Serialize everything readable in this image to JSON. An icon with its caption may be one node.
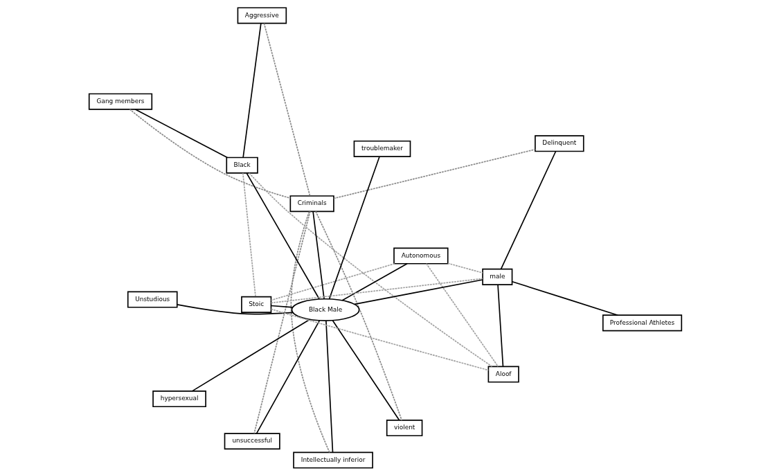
{
  "diagram": {
    "nodes": [
      {
        "text": [
          "Gang members"
        ]
      },
      {
        "text": [
          "Aggressive"
        ]
      },
      {
        "text": [
          "Intellectually inferior"
        ]
      },
      {
        "text": [
          "Criminals"
        ]
      },
      {
        "text": [
          "Autonomous"
        ]
      },
      {
        "text": [
          "Black"
        ]
      },
      {
        "text": [
          "hypersexual"
        ]
      },
      {
        "text": [
          "violent"
        ]
      },
      {
        "text": [
          "Unstudious"
        ]
      },
      {
        "text": [
          "Black Male"
        ]
      },
      {
        "text": [
          "unsuccessful"
        ]
      },
      {
        "text": [
          "Stoic"
        ]
      },
      {
        "text": [
          "male"
        ]
      },
      {
        "text": [
          "Delinquent"
        ]
      },
      {
        "text": [
          "troublemaker"
        ]
      },
      {
        "text": [
          "Aloof"
        ]
      },
      {
        "text": [
          "Professional Athletes"
        ]
      }
    ],
    "edges": [
      {
        "from": 9,
        "to": 5,
        "arrow": "none"
      },
      {
        "from": 9,
        "to": 12,
        "arrow": "none"
      },
      {
        "from": 5,
        "to": 0,
        "arrow": "none"
      },
      {
        "from": 5,
        "to": 1,
        "arrow": "none"
      },
      {
        "from": 9,
        "to": 4,
        "arrow": "none"
      },
      {
        "from": 9,
        "to": 2,
        "arrow": "none"
      },
      {
        "from": 9,
        "to": 6,
        "arrow": "none"
      },
      {
        "from": 9,
        "to": 3,
        "arrow": "none"
      },
      {
        "from": 9,
        "to": 7,
        "arrow": "none"
      },
      {
        "from": 9,
        "to": 10,
        "arrow": "none"
      },
      {
        "from": 9,
        "to": 8,
        "arrow": "none"
      },
      {
        "from": 9,
        "to": 11,
        "arrow": "none"
      },
      {
        "from": 9,
        "to": 14,
        "arrow": "none"
      },
      {
        "from": 12,
        "to": 13,
        "arrow": "none"
      },
      {
        "from": 12,
        "to": 16,
        "arrow": "none"
      },
      {
        "from": 12,
        "to": 15,
        "arrow": "none"
      },
      {
        "from": 0,
        "to": 3,
        "arrow": "none",
        "style": "dashed",
        "color": "#888888"
      },
      {
        "from": 1,
        "to": 3,
        "arrow": "none",
        "style": "dashed",
        "color": "#888888"
      },
      {
        "from": 2,
        "to": 3,
        "arrow": "none",
        "style": "dashed",
        "color": "#888888"
      },
      {
        "from": 3,
        "to": 10,
        "arrow": "none",
        "style": "dashed",
        "color": "#888888"
      },
      {
        "from": 3,
        "to": 7,
        "arrow": "none",
        "style": "dashed",
        "color": "#888888"
      },
      {
        "from": 3,
        "to": 13,
        "arrow": "none",
        "style": "dashed",
        "color": "#888888"
      },
      {
        "from": 4,
        "to": 11,
        "arrow": "none",
        "style": "dashed",
        "color": "#a0a0a0"
      },
      {
        "from": 4,
        "to": 15,
        "arrow": "none",
        "style": "dashed",
        "color": "#a0a0a0"
      },
      {
        "from": 4,
        "to": 12,
        "arrow": "none",
        "style": "dashed",
        "color": "#a0a0a0"
      },
      {
        "from": 5,
        "to": 11,
        "arrow": "none",
        "style": "dashed",
        "color": "#a0a0a0"
      },
      {
        "from": 5,
        "to": 15,
        "arrow": "none",
        "style": "dashed",
        "color": "#a0a0a0"
      },
      {
        "from": 11,
        "to": 12,
        "arrow": "none",
        "style": "dashed",
        "color": "#a0a0a0"
      },
      {
        "from": 11,
        "to": 15,
        "arrow": "none",
        "style": "dashed",
        "color": "#a0a0a0"
      }
    ]
  }
}
